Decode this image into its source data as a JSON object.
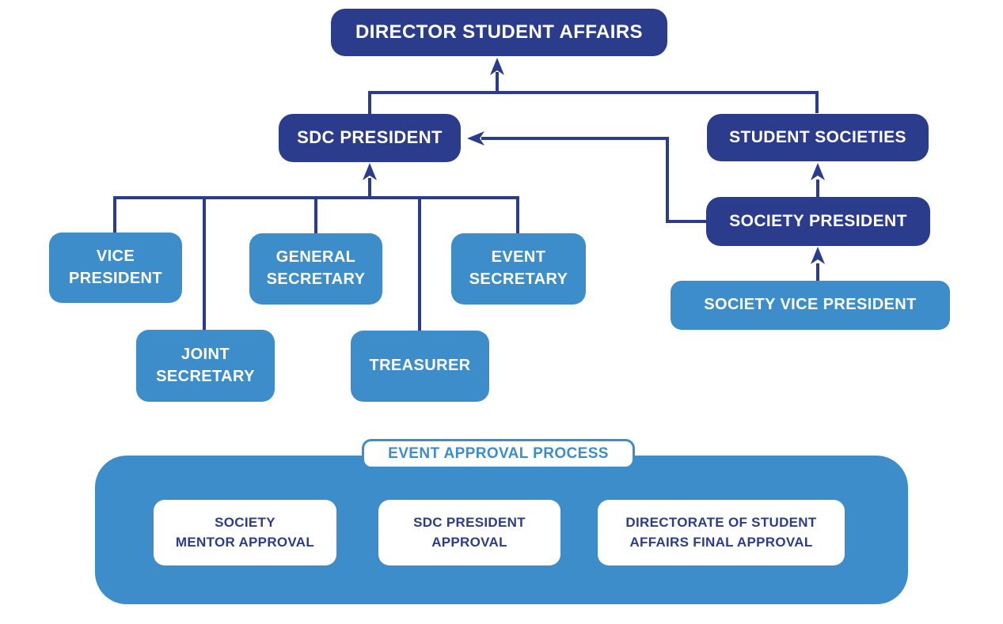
{
  "colors": {
    "navy": "#2b3c8c",
    "light_blue": "#3d8dcb",
    "white": "#ffffff"
  },
  "org_chart": {
    "nodes": {
      "director": {
        "label": "DIRECTOR STUDENT AFFAIRS"
      },
      "sdc_president": {
        "label": "SDC PRESIDENT"
      },
      "student_societies": {
        "label": "STUDENT SOCIETIES"
      },
      "vice_president": {
        "line1": "VICE",
        "line2": "PRESIDENT"
      },
      "general_secretary": {
        "line1": "GENERAL",
        "line2": "SECRETARY"
      },
      "event_secretary": {
        "line1": "EVENT",
        "line2": "SECRETARY"
      },
      "joint_secretary": {
        "line1": "JOINT",
        "line2": "SECRETARY"
      },
      "treasurer": {
        "label": "TREASURER"
      },
      "society_president": {
        "label": "SOCIETY PRESIDENT"
      },
      "society_vice_president": {
        "label": "SOCIETY VICE PRESIDENT"
      }
    },
    "edges": [
      {
        "from": "sdc_president",
        "to": "director",
        "arrow": true
      },
      {
        "from": "student_societies",
        "to": "director",
        "arrow": true
      },
      {
        "from": "vice_president",
        "to": "sdc_president",
        "arrow": false
      },
      {
        "from": "joint_secretary",
        "to": "sdc_president",
        "arrow": false
      },
      {
        "from": "general_secretary",
        "to": "sdc_president",
        "arrow": false
      },
      {
        "from": "treasurer",
        "to": "sdc_president",
        "arrow": false
      },
      {
        "from": "event_secretary",
        "to": "sdc_president",
        "arrow": false
      },
      {
        "from": "society_president",
        "to": "student_societies",
        "arrow": true
      },
      {
        "from": "society_president",
        "to": "sdc_president",
        "arrow": true
      },
      {
        "from": "society_vice_president",
        "to": "society_president",
        "arrow": true
      }
    ]
  },
  "approval_process": {
    "title": "EVENT APPROVAL PROCESS",
    "steps": [
      {
        "line1": "SOCIETY",
        "line2": "MENTOR APPROVAL"
      },
      {
        "line1": "SDC PRESIDENT",
        "line2": "APPROVAL"
      },
      {
        "line1": "DIRECTORATE OF STUDENT",
        "line2": "AFFAIRS FINAL APPROVAL"
      }
    ]
  }
}
